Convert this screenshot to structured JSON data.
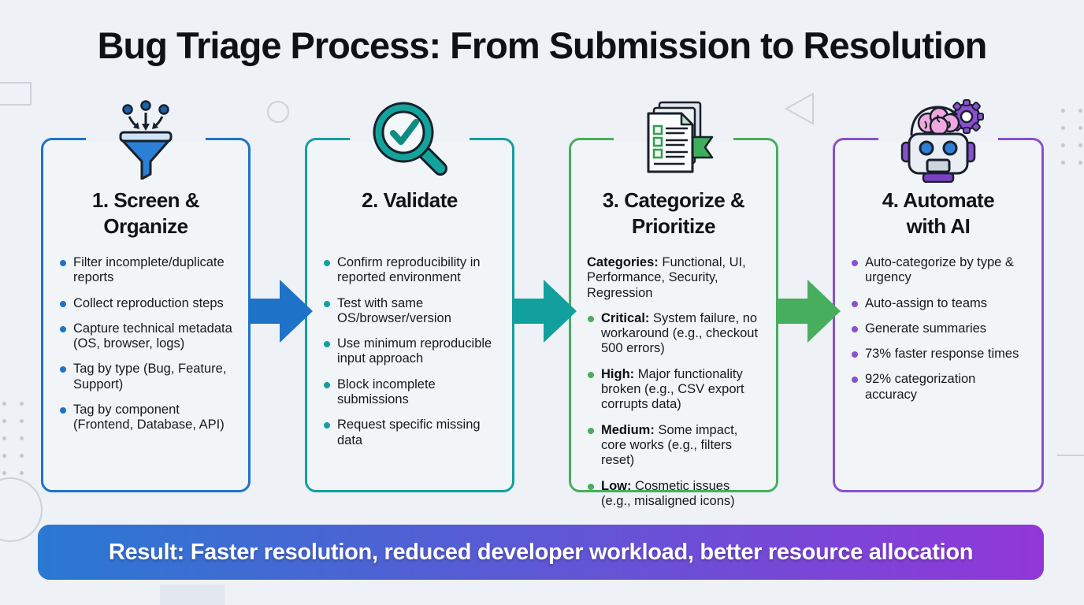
{
  "title": "Bug Triage Process: From Submission to Resolution",
  "steps": [
    {
      "icon": "funnel-icon",
      "accent": "#1e73c9",
      "title": "1. Screen & Organize",
      "bullets": [
        {
          "lead": "",
          "text": "Filter incomplete/duplicate reports"
        },
        {
          "lead": "",
          "text": "Collect reproduction steps"
        },
        {
          "lead": "",
          "text": "Capture technical metadata (OS, browser, logs)"
        },
        {
          "lead": "",
          "text": "Tag by type (Bug, Feature, Support)"
        },
        {
          "lead": "",
          "text": "Tag by component (Frontend, Database, API)"
        }
      ]
    },
    {
      "icon": "magnifier-check-icon",
      "accent": "#12a09e",
      "title": "2. Validate",
      "bullets": [
        {
          "lead": "",
          "text": "Confirm reproducibility in reported environment"
        },
        {
          "lead": "",
          "text": "Test with same OS/browser/version"
        },
        {
          "lead": "",
          "text": "Use minimum reproducible input approach"
        },
        {
          "lead": "",
          "text": "Block incomplete submissions"
        },
        {
          "lead": "",
          "text": "Request specific missing data"
        }
      ]
    },
    {
      "icon": "checklist-icon",
      "accent": "#47ae5e",
      "title": "3. Categorize & Prioritize",
      "intro": {
        "lead": "Categories:",
        "text": "Functional, UI, Performance, Security, Regression"
      },
      "bullets": [
        {
          "lead": "Critical:",
          "text": "System failure, no workaround (e.g., checkout 500 errors)"
        },
        {
          "lead": "High:",
          "text": "Major functionality broken (e.g., CSV export corrupts data)"
        },
        {
          "lead": "Medium:",
          "text": "Some impact, core works (e.g., filters reset)"
        },
        {
          "lead": "Low:",
          "text": "Cosmetic issues (e.g., misaligned icons)"
        }
      ]
    },
    {
      "icon": "robot-ai-icon",
      "accent": "#8a50cf",
      "title": "4. Automate with AI",
      "bullets": [
        {
          "lead": "",
          "text": "Auto-categorize by type & urgency"
        },
        {
          "lead": "",
          "text": "Auto-assign to teams"
        },
        {
          "lead": "",
          "text": "Generate summaries"
        },
        {
          "lead": "",
          "text": "73% faster response times"
        },
        {
          "lead": "",
          "text": "92% categorization accuracy"
        }
      ]
    }
  ],
  "arrows": [
    {
      "color": "#1e73c9"
    },
    {
      "color": "#12a09e"
    },
    {
      "color": "#47ae5e"
    }
  ],
  "banner": {
    "text": "Result: Faster resolution, reduced developer workload, better resource allocation",
    "gradient_start": "#2a79d2",
    "gradient_end": "#9137d8"
  }
}
